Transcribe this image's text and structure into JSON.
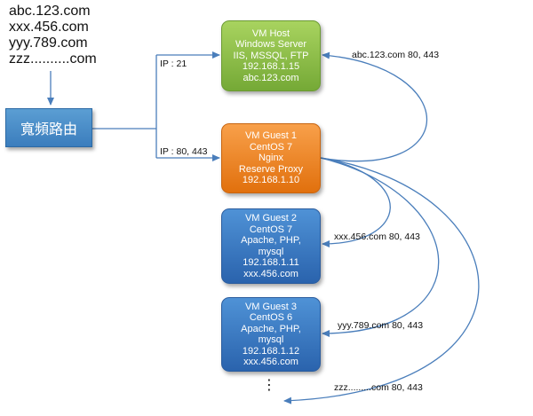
{
  "domains": [
    "abc.123.com",
    "xxx.456.com",
    "yyy.789.com",
    "zzz..........com"
  ],
  "router": {
    "label": "寬頻路由"
  },
  "ports": {
    "ftp": "IP : 21",
    "web": "IP : 80, 443"
  },
  "host": {
    "lines": [
      "VM Host",
      "Windows Server",
      "IIS, MSSQL, FTP",
      "192.168.1.15",
      "abc.123.com"
    ]
  },
  "guests": [
    {
      "lines": [
        "VM Guest 1",
        "CentOS 7",
        "Nginx",
        "Reserve Proxy",
        "192.168.1.10"
      ]
    },
    {
      "lines": [
        "VM Guest 2",
        "CentOS 7",
        "Apache, PHP,",
        "mysql",
        "192.168.1.11",
        "xxx.456.com"
      ]
    },
    {
      "lines": [
        "VM Guest 3",
        "CentOS 6",
        "Apache, PHP,",
        "mysql",
        "192.168.1.12",
        "xxx.456.com"
      ]
    }
  ],
  "proxy_labels": {
    "abc": "abc.123.com 80, 443",
    "xxx": "xxx.456.com 80, 443",
    "yyy": "yyy.789.com 80, 443",
    "zzz": "zzz.........com 80, 443"
  },
  "ellipsis": "⋮",
  "colors": {
    "connector": "#4a7ebb",
    "host": "#8dc24b",
    "guest_proxy": "#f28a26",
    "guest_server": "#3d7cc9"
  }
}
